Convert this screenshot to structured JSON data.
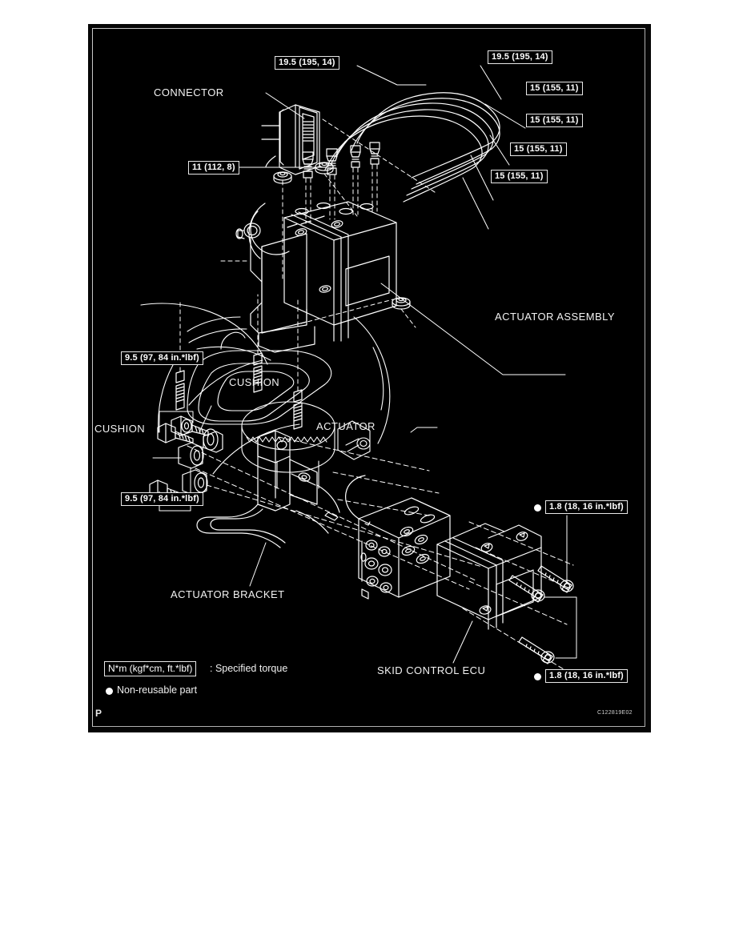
{
  "figure": {
    "code": "C122819E02",
    "corner_mark": "P",
    "background": "#000000",
    "line_color": "#ffffff"
  },
  "legend": {
    "torque_box": "N*m (kgf*cm, ft.*lbf)",
    "torque_text": ": Specified torque",
    "nonreusable_text": "Non-reusable part"
  },
  "part_labels": [
    {
      "name": "connector",
      "text": "CONNECTOR"
    },
    {
      "name": "actuator-assembly",
      "text": "ACTUATOR ASSEMBLY"
    },
    {
      "name": "cushion-upper",
      "text": "CUSHION"
    },
    {
      "name": "cushion-left",
      "text": "CUSHION"
    },
    {
      "name": "actuator",
      "text": "ACTUATOR"
    },
    {
      "name": "actuator-bracket",
      "text": "ACTUATOR BRACKET"
    },
    {
      "name": "skid-control-ecu",
      "text": "SKID CONTROL ECU"
    }
  ],
  "torque_specs": [
    {
      "id": "t1",
      "text": "19.5 (195, 14)",
      "nonreusable": false
    },
    {
      "id": "t2",
      "text": "19.5 (195, 14)",
      "nonreusable": false
    },
    {
      "id": "t3",
      "text": "15 (155, 11)",
      "nonreusable": false
    },
    {
      "id": "t4",
      "text": "15 (155, 11)",
      "nonreusable": false
    },
    {
      "id": "t5",
      "text": "15 (155, 11)",
      "nonreusable": false
    },
    {
      "id": "t6",
      "text": "15 (155, 11)",
      "nonreusable": false
    },
    {
      "id": "t7",
      "text": "11 (112, 8)",
      "nonreusable": false
    },
    {
      "id": "t8",
      "text": "9.5 (97, 84 in.*lbf)",
      "nonreusable": false
    },
    {
      "id": "t9",
      "text": "9.5 (97, 84 in.*lbf)",
      "nonreusable": false
    },
    {
      "id": "t10",
      "text": "1.8 (18, 16 in.*lbf)",
      "nonreusable": true
    },
    {
      "id": "t11",
      "text": "1.8 (18, 16 in.*lbf)",
      "nonreusable": true
    }
  ]
}
